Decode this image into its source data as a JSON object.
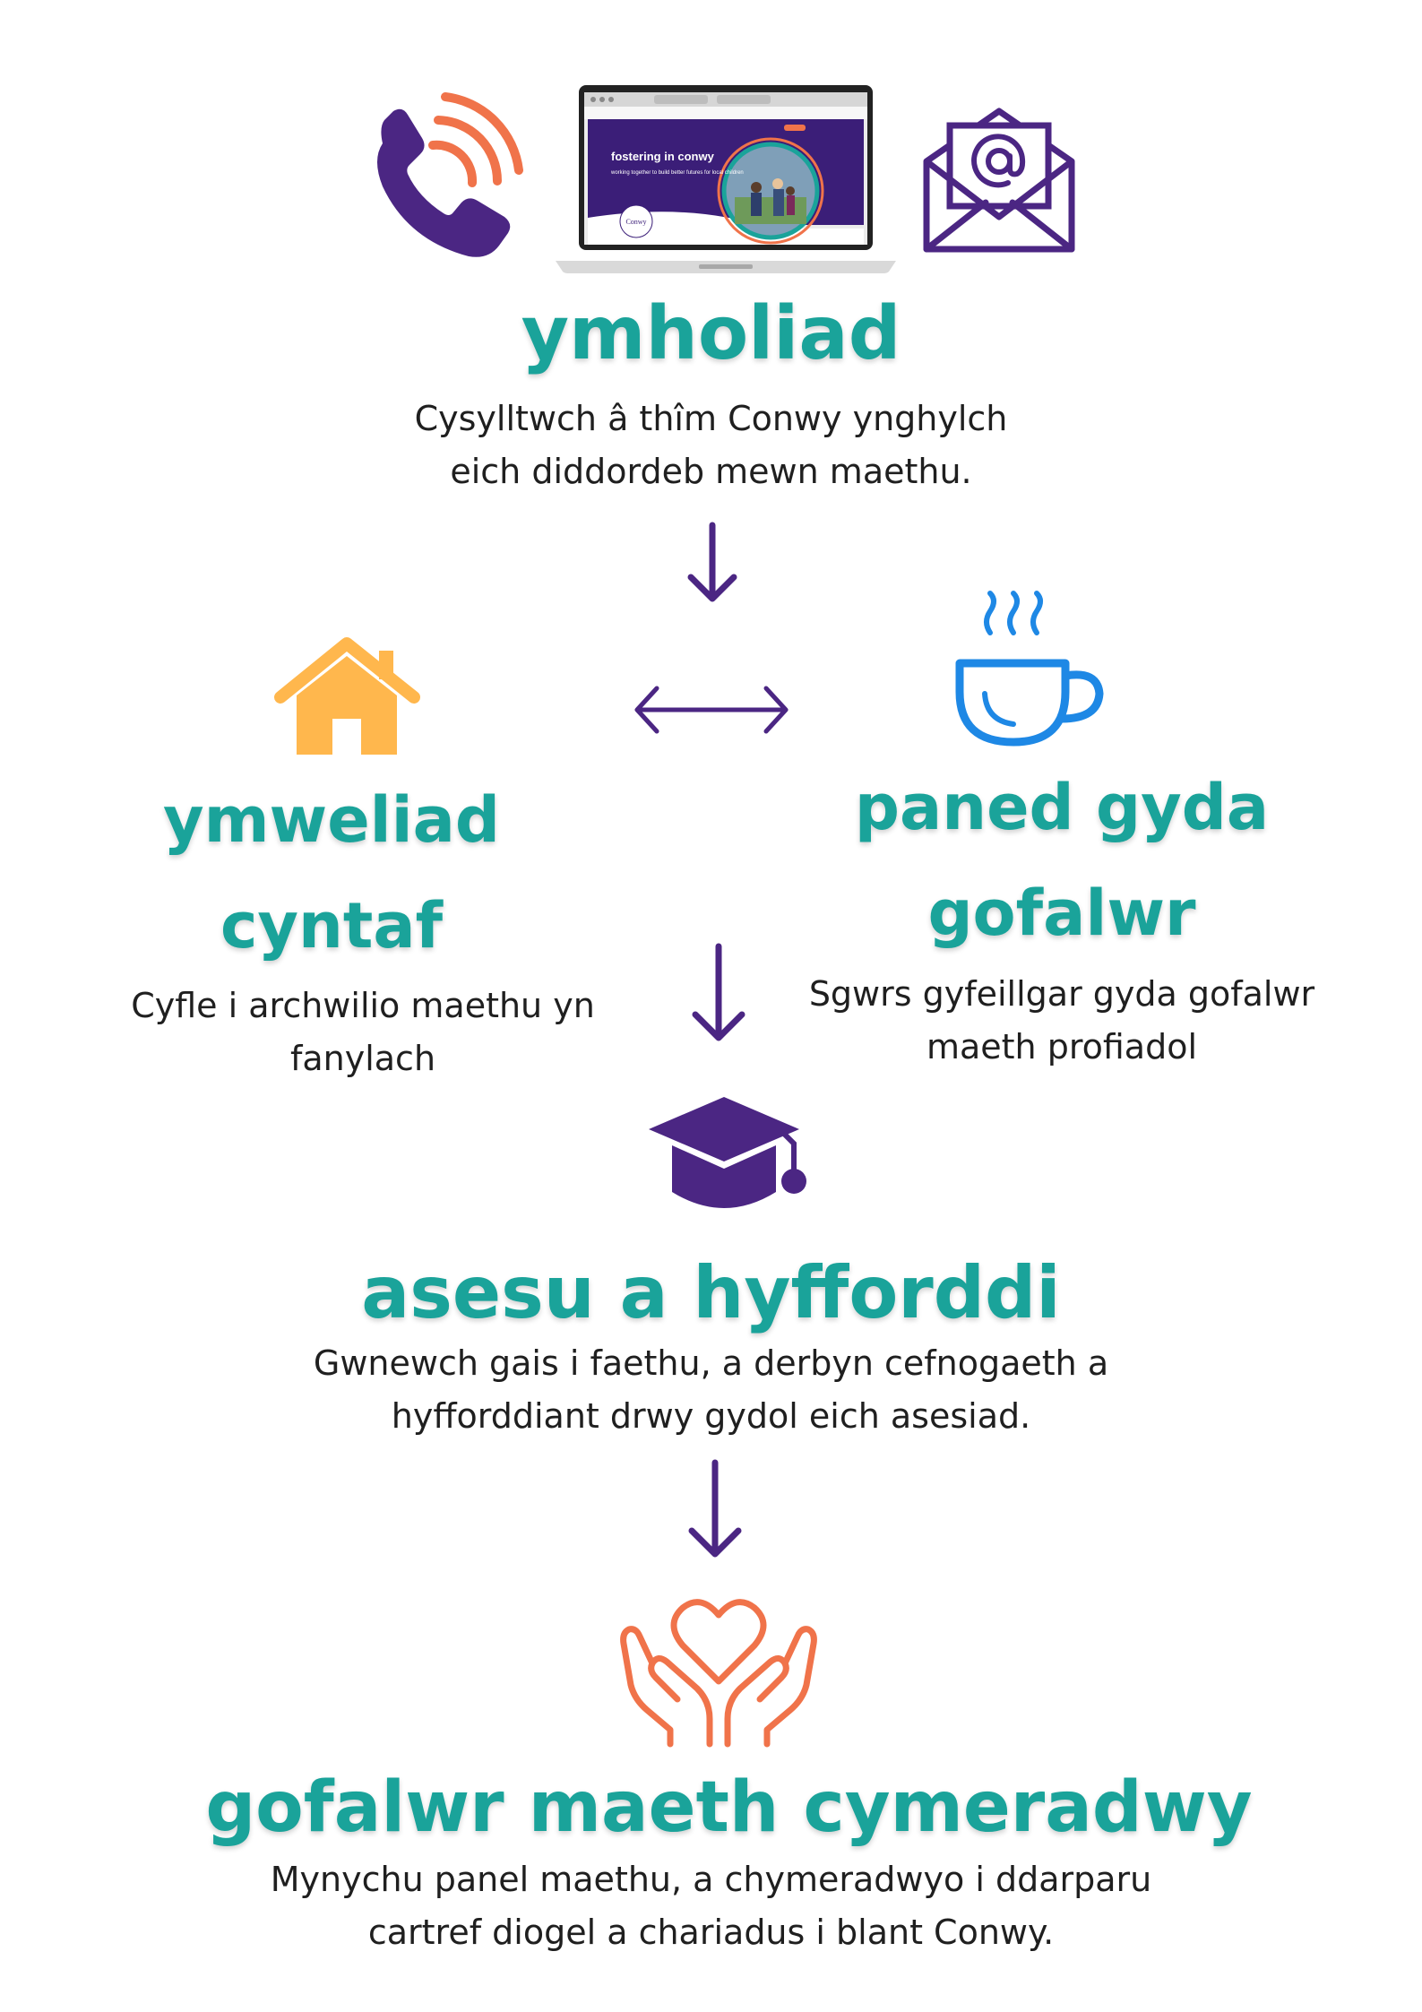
{
  "colors": {
    "teal": "#1aa39a",
    "purple": "#4b2683",
    "orange": "#f0734a",
    "yellow": "#ffb74d",
    "blue": "#1e88e5",
    "text": "#1f1f1f"
  },
  "icons": {
    "phone": "phone-icon",
    "laptop": "laptop-website-icon",
    "email": "email-icon",
    "house": "house-icon",
    "coffee": "coffee-cup-icon",
    "graduation": "graduation-cap-icon",
    "heart_hands": "heart-in-hands-icon"
  },
  "laptop_screen": {
    "headline": "fostering in conwy",
    "tagline": "working together to build better futures for local children",
    "logo": "Conwy"
  },
  "steps": {
    "enquiry": {
      "title": "ymholiad",
      "lines": [
        "Cysylltwch â thîm Conwy ynghylch",
        "eich diddordeb mewn maethu."
      ]
    },
    "first_visit": {
      "title_lines": [
        "ymweliad",
        "cyntaf"
      ],
      "lines": [
        "Cyfle i archwilio maethu yn",
        "fanylach"
      ]
    },
    "cuppa": {
      "title_lines": [
        "paned gyda",
        "gofalwr"
      ],
      "lines": [
        "Sgwrs gyfeillgar gyda gofalwr",
        "maeth profiadol"
      ]
    },
    "assessment": {
      "title": "asesu a hyfforddi",
      "lines": [
        "Gwnewch gais i faethu, a derbyn cefnogaeth a",
        "hyfforddiant drwy gydol eich asesiad."
      ]
    },
    "approved": {
      "title": "gofalwr maeth cymeradwy",
      "lines": [
        "Mynychu panel maethu, a chymeradwyo i ddarparu",
        "cartref diogel a chariadus i blant Conwy."
      ]
    }
  }
}
